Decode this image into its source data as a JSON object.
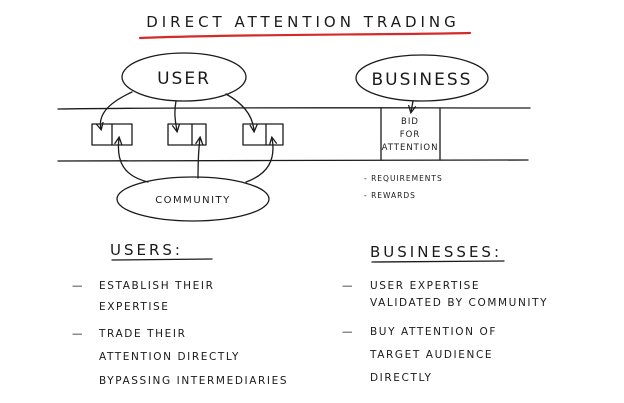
{
  "title": "DIRECT ATTENTION TRADING",
  "colors": {
    "ink": "#1a1a1a",
    "underline": "#d42a2a",
    "paper": "#ffffff"
  },
  "nodes": {
    "user": "USER",
    "business": "BUSINESS",
    "community": "COMMUNITY"
  },
  "bid_box": [
    "BID",
    "FOR",
    "ATTENTION"
  ],
  "business_notes": [
    "- REQUIREMENTS",
    "- REWARDS"
  ],
  "users_section": {
    "heading": "USERS:",
    "bullets": [
      {
        "dash": "—",
        "lines": [
          "ESTABLISH THEIR",
          "EXPERTISE"
        ]
      },
      {
        "dash": "—",
        "lines": [
          "TRADE THEIR",
          "ATTENTION DIRECTLY",
          "BYPASSING INTERMEDIARIES"
        ]
      }
    ]
  },
  "businesses_section": {
    "heading": "BUSINESSES:",
    "bullets": [
      {
        "dash": "—",
        "lines": [
          "USER EXPERTISE",
          "VALIDATED BY COMMUNITY"
        ]
      },
      {
        "dash": "—",
        "lines": [
          "BUY ATTENTION OF",
          "TARGET AUDIENCE",
          "DIRECTLY"
        ]
      }
    ]
  }
}
